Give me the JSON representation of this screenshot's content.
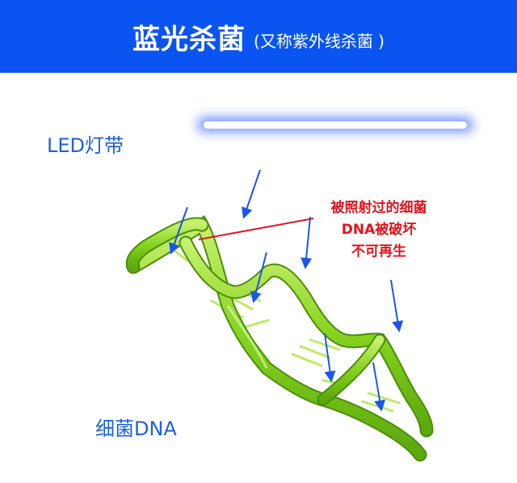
{
  "header": {
    "title": "蓝光杀菌",
    "subtitle": "(又称紫外线杀菌 )"
  },
  "labels": {
    "led": "LED灯带",
    "dna": "细菌DNA"
  },
  "annotation": {
    "lines": [
      "被照射过的细菌",
      "DNA被破坏",
      "不可再生"
    ]
  },
  "colors": {
    "banner": "#0a55f2",
    "label_blue": "#1e5fe0",
    "annotation_red": "#e4121c",
    "arrow_blue": "#1a57e8",
    "dna_green": "#8fd62a"
  },
  "icons": {
    "light": "led-strip-light-bar",
    "helix": "dna-double-helix",
    "rays": "light-ray-arrows"
  }
}
